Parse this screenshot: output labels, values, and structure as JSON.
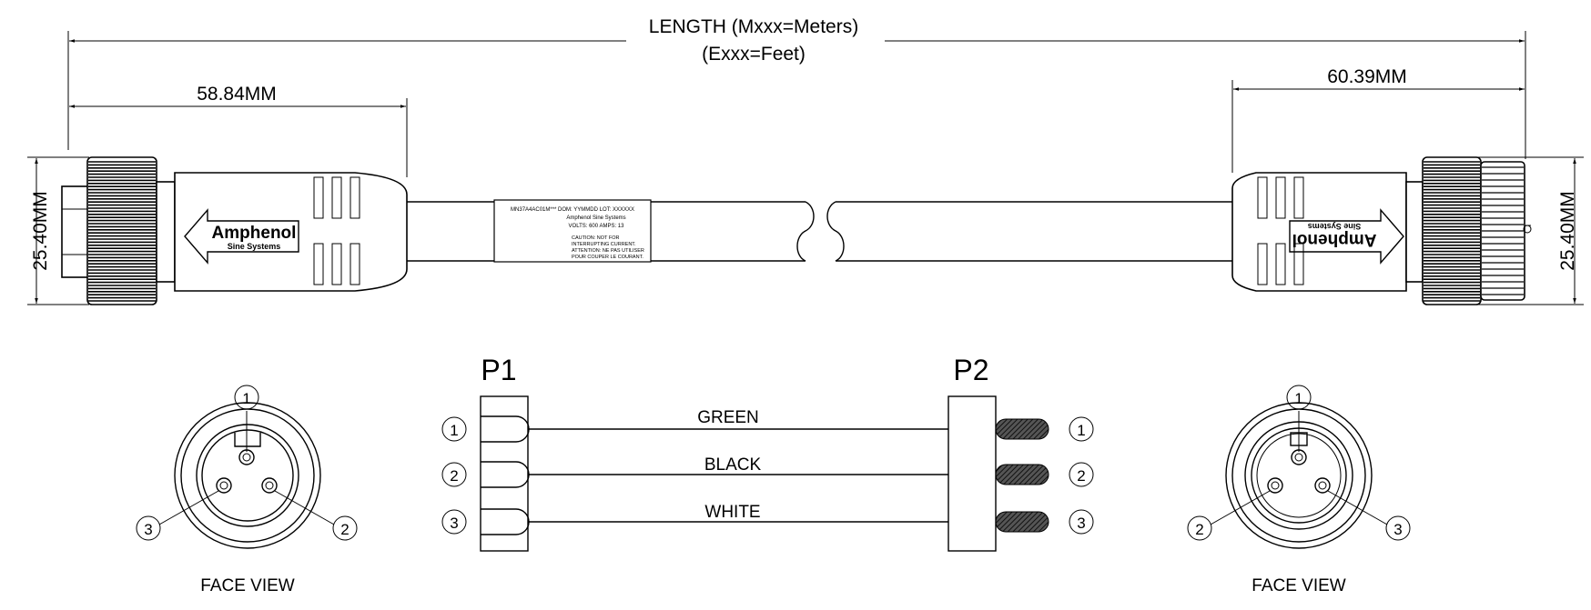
{
  "dimensions": {
    "length_line1": "LENGTH (Mxxx=Meters)",
    "length_line2": "(Exxx=Feet)",
    "left_connector_length": "58.84MM",
    "right_connector_length": "60.39MM",
    "left_diameter": "25.40MM",
    "right_diameter": "25.40MM"
  },
  "label_block": {
    "line1": "MN37A4AC01M*** DOM: YYMMDD LOT: XXXXXX",
    "line2": "Amphenol Sine Systems",
    "line3": "VOLTS: 600 AMPS: 13",
    "line4": "CAUTION: NOT FOR",
    "line5": "INTERRUPTING CURRENT.",
    "line6": "ATTENTION: NE PAS UTILISER",
    "line7": "POUR COUPER LE COURANT."
  },
  "logos": {
    "brand": "Amphenol",
    "sub": "Sine Systems"
  },
  "wiring": {
    "p1_label": "P1",
    "p2_label": "P2",
    "wires": [
      {
        "pin": "1",
        "color_name": "GREEN"
      },
      {
        "pin": "2",
        "color_name": "BLACK"
      },
      {
        "pin": "3",
        "color_name": "WHITE"
      }
    ]
  },
  "face_views": {
    "left_caption": "FACE VIEW",
    "right_caption": "FACE VIEW",
    "left_pins": [
      "1",
      "2",
      "3"
    ],
    "right_pins": [
      "1",
      "2",
      "3"
    ]
  }
}
